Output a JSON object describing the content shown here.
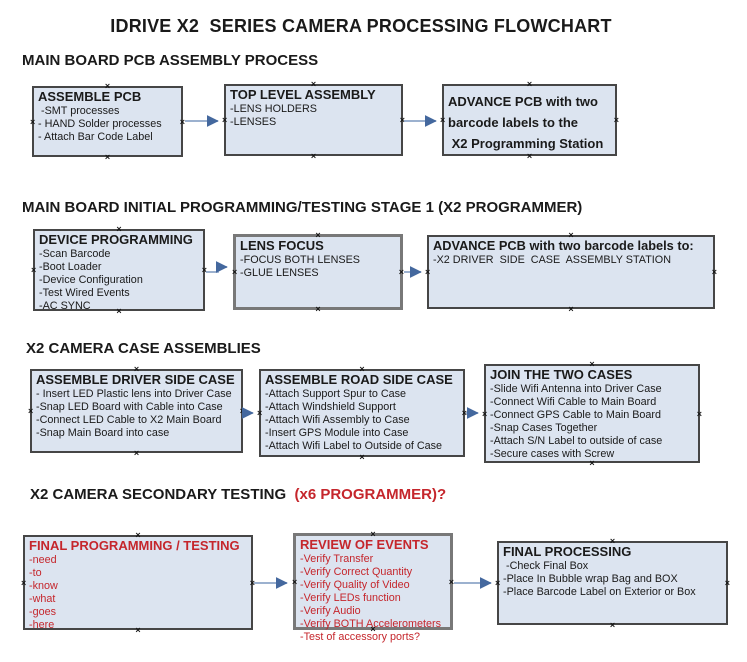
{
  "title": "IDRIVE X2  SERIES CAMERA PROCESSING FLOWCHART",
  "icons": {
    "connection_point": "×"
  },
  "colors": {
    "box_fill": "#dce4f0",
    "box_border": "#464646",
    "box_border_selected": "#787878",
    "red": "#c5262c",
    "text": "#1a1a1a",
    "arrow_line": "#8ea6c8",
    "arrow_head": "#44689e"
  },
  "sections": [
    {
      "heading": "MAIN BOARD PCB ASSEMBLY PROCESS",
      "boxes": [
        {
          "title": "ASSEMBLE PCB",
          "items": [
            " -SMT processes",
            "- HAND Solder processes",
            "- Attach Bar Code Label"
          ]
        },
        {
          "title": "TOP LEVEL ASSEMBLY",
          "items": [
            "-LENS HOLDERS",
            "-LENSES"
          ]
        },
        {
          "title": "ADVANCE PCB with two\nbarcode labels to the\n X2 Programming Station",
          "items": []
        }
      ]
    },
    {
      "heading": "MAIN BOARD INITIAL PROGRAMMING/TESTING STAGE 1 (X2 PROGRAMMER)",
      "boxes": [
        {
          "title": "DEVICE PROGRAMMING",
          "items": [
            "-Scan Barcode",
            "-Boot Loader",
            "-Device Configuration",
            "-Test Wired Events",
            "-AC SYNC"
          ]
        },
        {
          "title": "LENS FOCUS",
          "items": [
            "-FOCUS BOTH LENSES",
            "-GLUE LENSES"
          ]
        },
        {
          "title": "ADVANCE PCB with two barcode labels to:",
          "items": [
            "-X2 DRIVER  SIDE  CASE  ASSEMBLY STATION"
          ]
        }
      ]
    },
    {
      "heading": "X2 CAMERA CASE ASSEMBLIES",
      "boxes": [
        {
          "title": "ASSEMBLE DRIVER SIDE CASE",
          "items": [
            "- Insert LED Plastic lens into Driver Case",
            "-Snap LED Board with Cable into Case",
            "-Connect LED Cable to X2 Main Board",
            "-Snap Main Board into case"
          ]
        },
        {
          "title": "ASSEMBLE ROAD SIDE CASE",
          "items": [
            "-Attach Support Spur to Case",
            "-Attach Windshield Support",
            "-Attach Wifi Assembly to Case",
            "-Insert GPS Module into Case",
            "-Attach Wifi Label to Outside of Case"
          ]
        },
        {
          "title": "JOIN THE TWO CASES",
          "items": [
            "-Slide Wifi Antenna into Driver Case",
            "-Connect Wifi Cable to Main Board",
            "-Connect GPS Cable to Main Board",
            "-Snap Cases Together",
            "-Attach S/N Label to outside of case",
            "-Secure cases with Screw"
          ]
        }
      ]
    },
    {
      "heading": "X2 CAMERA SECONDARY TESTING  ",
      "heading_red": "(x6 PROGRAMMER)?",
      "boxes": [
        {
          "title": "FINAL PROGRAMMING / TESTING",
          "items": [
            "-need",
            "-to",
            "-know",
            "-what",
            "-goes",
            "-here"
          ]
        },
        {
          "title": "REVIEW OF EVENTS",
          "items": [
            "-Verify Transfer",
            "-Verify Correct Quantity",
            "-Verify Quality of Video",
            "-Verify LEDs function",
            "-Verify Audio",
            "-Verify BOTH Accelerometers",
            "-Test of accessory ports?"
          ]
        },
        {
          "title": "FINAL PROCESSING",
          "items": [
            " -Check Final Box",
            "-Place In Bubble wrap Bag and BOX",
            "-Place Barcode Label on Exterior or Box"
          ]
        }
      ]
    }
  ]
}
